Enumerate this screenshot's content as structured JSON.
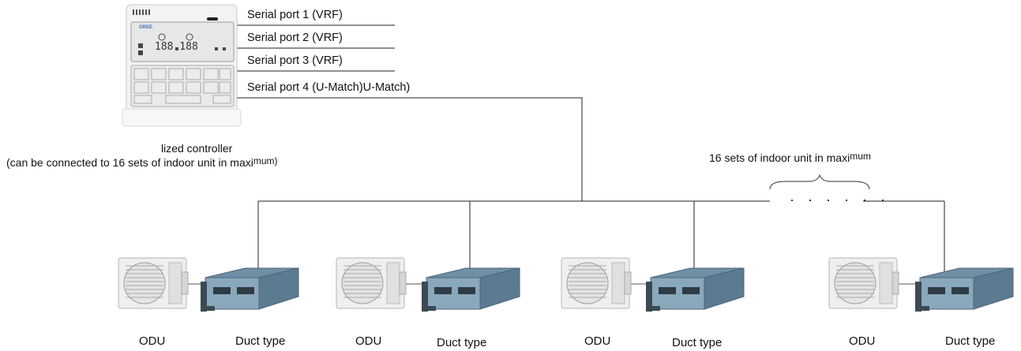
{
  "controller": {
    "brand": "GREE",
    "display": "188 188",
    "caption_line1": "lized controller",
    "caption_line2_main": "(can be connected to 16 sets of indoor unit in  maxi",
    "caption_line2_tail": "mum)"
  },
  "ports": [
    {
      "label": "Serial port 1 (VRF)"
    },
    {
      "label": "Serial port 2 (VRF)"
    },
    {
      "label": "Serial port 3 (VRF)"
    },
    {
      "label": "Serial port 4 (U-Match)U-Match)"
    }
  ],
  "max_note": {
    "main": "16 sets of indoor unit in maxi",
    "tail": "mum"
  },
  "ellipsis": "· · · · · ·",
  "units": [
    {
      "odu_label": "ODU",
      "duct_label": "Duct type"
    },
    {
      "odu_label": "ODU",
      "duct_label": "Duct type"
    },
    {
      "odu_label": "ODU",
      "duct_label": "Duct type"
    },
    {
      "odu_label": "ODU",
      "duct_label": "Duct type"
    }
  ]
}
